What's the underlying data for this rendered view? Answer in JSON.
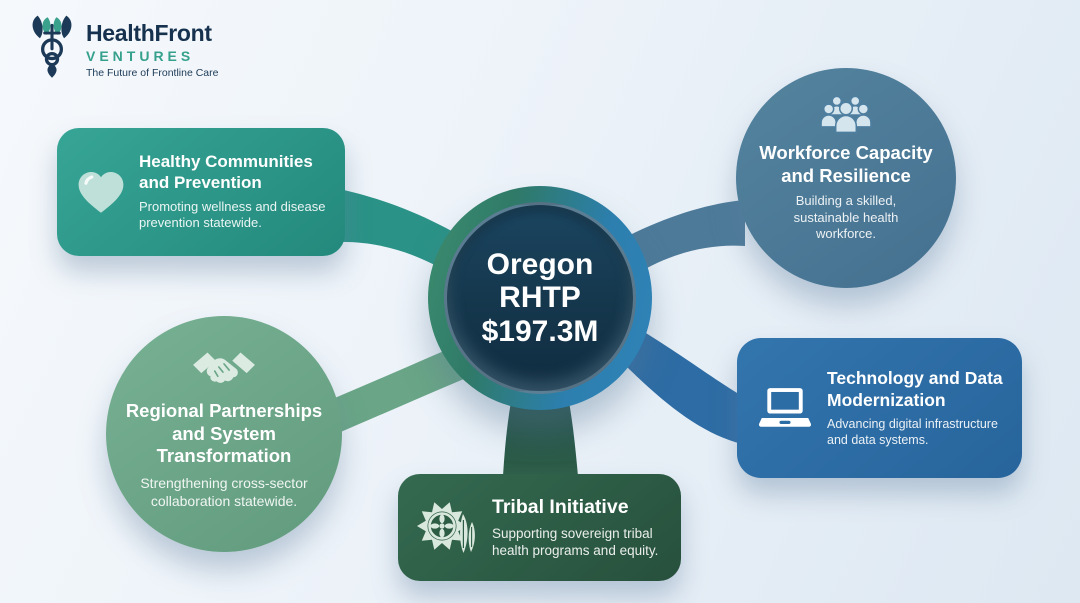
{
  "brand": {
    "name": "HealthFront",
    "subname": "VENTURES",
    "tagline": "The Future of Frontline Care"
  },
  "center": {
    "line1": "Oregon",
    "line2": "RHTP",
    "line3": "$197.3M"
  },
  "nodes": [
    {
      "id": "healthy-communities-prevention",
      "shape": "rounded-card",
      "icon": "heart-icon",
      "color": "#2B978A",
      "title": "Healthy Communities and Prevention",
      "description": "Promoting wellness and disease prevention statewide."
    },
    {
      "id": "workforce-capacity-resilience",
      "shape": "circle",
      "icon": "people-group-icon",
      "color": "#4F7FA0",
      "title": "Workforce Capacity and Resilience",
      "description": "Building a skilled, sustainable health workforce."
    },
    {
      "id": "regional-partnerships-system-transformation",
      "shape": "circle",
      "icon": "handshake-icon",
      "color": "#6FA989",
      "title": "Regional Partnerships and System Transformation",
      "description": "Strengthening cross-sector collaboration statewide."
    },
    {
      "id": "technology-data-modernization",
      "shape": "rounded-card",
      "icon": "laptop-icon",
      "color": "#2D6DA5",
      "title": "Technology and Data Modernization",
      "description": "Advancing digital infrastructure and data systems."
    },
    {
      "id": "tribal-initiative",
      "shape": "rounded-card",
      "icon": "tribal-sun-feather-icon",
      "color": "#2D5C45",
      "title": "Tribal Initiative",
      "description": "Supporting sovereign tribal health programs and equity."
    }
  ],
  "colors": {
    "background_start": "#F6F9FC",
    "background_end": "#DDE8F2",
    "hub_inner": "#16394F",
    "hub_gradient_left": "#3D8E70",
    "hub_gradient_right": "#2F83B8",
    "brand_navy": "#1C3A57",
    "brand_teal": "#35A18C",
    "connector_healthy": "#2A9286",
    "connector_workforce": "#4D7A99",
    "connector_partners": "#69A586",
    "connector_technology": "#2D6CA4",
    "connector_tribal": "#2A5641"
  }
}
